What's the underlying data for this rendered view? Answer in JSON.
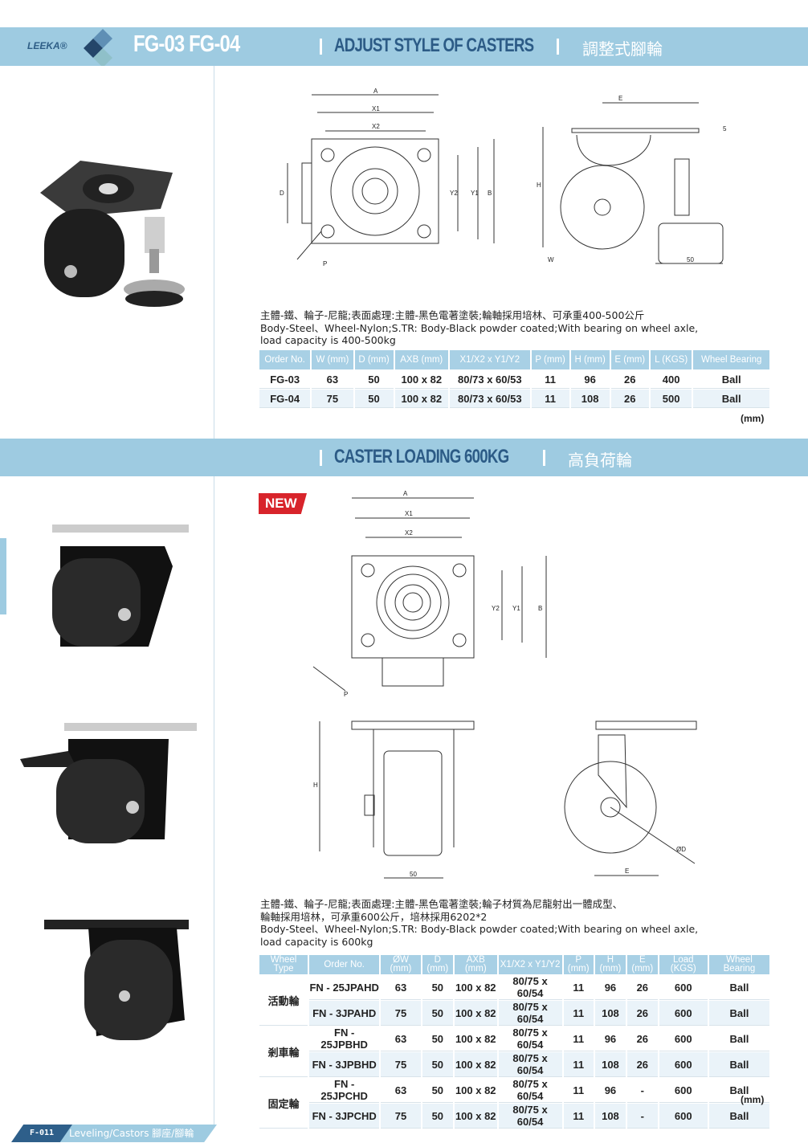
{
  "header": {
    "brand": "LEEKA®",
    "models": "FG-03  FG-04",
    "title_en": "ADJUST STYLE OF CASTERS",
    "title_cn": "調整式腳輪"
  },
  "section2": {
    "title_en": "CASTER LOADING 600KG",
    "title_cn": "高負荷輪",
    "badge": "NEW"
  },
  "drawing1": {
    "labels": {
      "A": "A",
      "X1": "X1",
      "X2": "X2",
      "D": "D",
      "Y2": "Y2",
      "Y1": "Y1",
      "B": "B",
      "P": "P",
      "E": "E",
      "five": "5",
      "H": "H",
      "W": "W",
      "fifty": "50"
    }
  },
  "drawing2": {
    "labels": {
      "A": "A",
      "X1": "X1",
      "X2": "X2",
      "Y2": "Y2",
      "Y1": "Y1",
      "B": "B",
      "P": "P",
      "H": "H",
      "fifty": "50",
      "E": "E",
      "OD": "ØD"
    }
  },
  "product1": {
    "desc_cn": "主體-鐵、輪子-尼龍;表面處理:主體-黑色電著塗裝;輪軸採用培林、可承重400-500公斤",
    "desc_en1": "Body-Steel、Wheel-Nylon;S.TR: Body-Black powder coated;With bearing on wheel axle,",
    "desc_en2": "load capacity is 400-500kg",
    "headers": [
      "Order No.",
      "W (mm)",
      "D (mm)",
      "AXB (mm)",
      "X1/X2 x Y1/Y2",
      "P (mm)",
      "H (mm)",
      "E (mm)",
      "L (KGS)",
      "Wheel Bearing"
    ],
    "rows": [
      [
        "FG-03",
        "63",
        "50",
        "100 x 82",
        "80/73 x 60/53",
        "11",
        "96",
        "26",
        "400",
        "Ball"
      ],
      [
        "FG-04",
        "75",
        "50",
        "100 x 82",
        "80/73 x 60/53",
        "11",
        "108",
        "26",
        "500",
        "Ball"
      ]
    ],
    "unit": "(mm)"
  },
  "product2": {
    "desc_cn1": "主體-鐵、輪子-尼龍;表面處理:主體-黑色電著塗裝;輪子材質為尼龍射出一體成型、",
    "desc_cn2": "輪軸採用培林，可承重600公斤，培林採用6202*2",
    "desc_en1": "Body-Steel、Wheel-Nylon;S.TR: Body-Black powder coated;With bearing on wheel axle,",
    "desc_en2": "load capacity is 600kg",
    "headers": [
      "Wheel Type",
      "Order No.",
      "ØW (mm)",
      "D (mm)",
      "AXB (mm)",
      "X1/X2 x Y1/Y2",
      "P (mm)",
      "H (mm)",
      "E (mm)",
      "Load (KGS)",
      "Wheel Bearing"
    ],
    "types": [
      "活動輪",
      "剎車輪",
      "固定輪"
    ],
    "rows": [
      [
        "FN - 25JPAHD",
        "63",
        "50",
        "100 x 82",
        "80/75 x 60/54",
        "11",
        "96",
        "26",
        "600",
        "Ball"
      ],
      [
        "FN - 3JPAHD",
        "75",
        "50",
        "100 x 82",
        "80/75 x 60/54",
        "11",
        "108",
        "26",
        "600",
        "Ball"
      ],
      [
        "FN - 25JPBHD",
        "63",
        "50",
        "100 x 82",
        "80/75 x 60/54",
        "11",
        "96",
        "26",
        "600",
        "Ball"
      ],
      [
        "FN - 3JPBHD",
        "75",
        "50",
        "100 x 82",
        "80/75 x 60/54",
        "11",
        "108",
        "26",
        "600",
        "Ball"
      ],
      [
        "FN - 25JPCHD",
        "63",
        "50",
        "100 x 82",
        "80/75 x 60/54",
        "11",
        "96",
        "-",
        "600",
        "Ball"
      ],
      [
        "FN - 3JPCHD",
        "75",
        "50",
        "100 x 82",
        "80/75 x 60/54",
        "11",
        "108",
        "-",
        "600",
        "Ball"
      ]
    ],
    "unit": "(mm)"
  },
  "footer": {
    "page": "F-011",
    "text": "Leveling/Castors 腳座/腳輪"
  }
}
